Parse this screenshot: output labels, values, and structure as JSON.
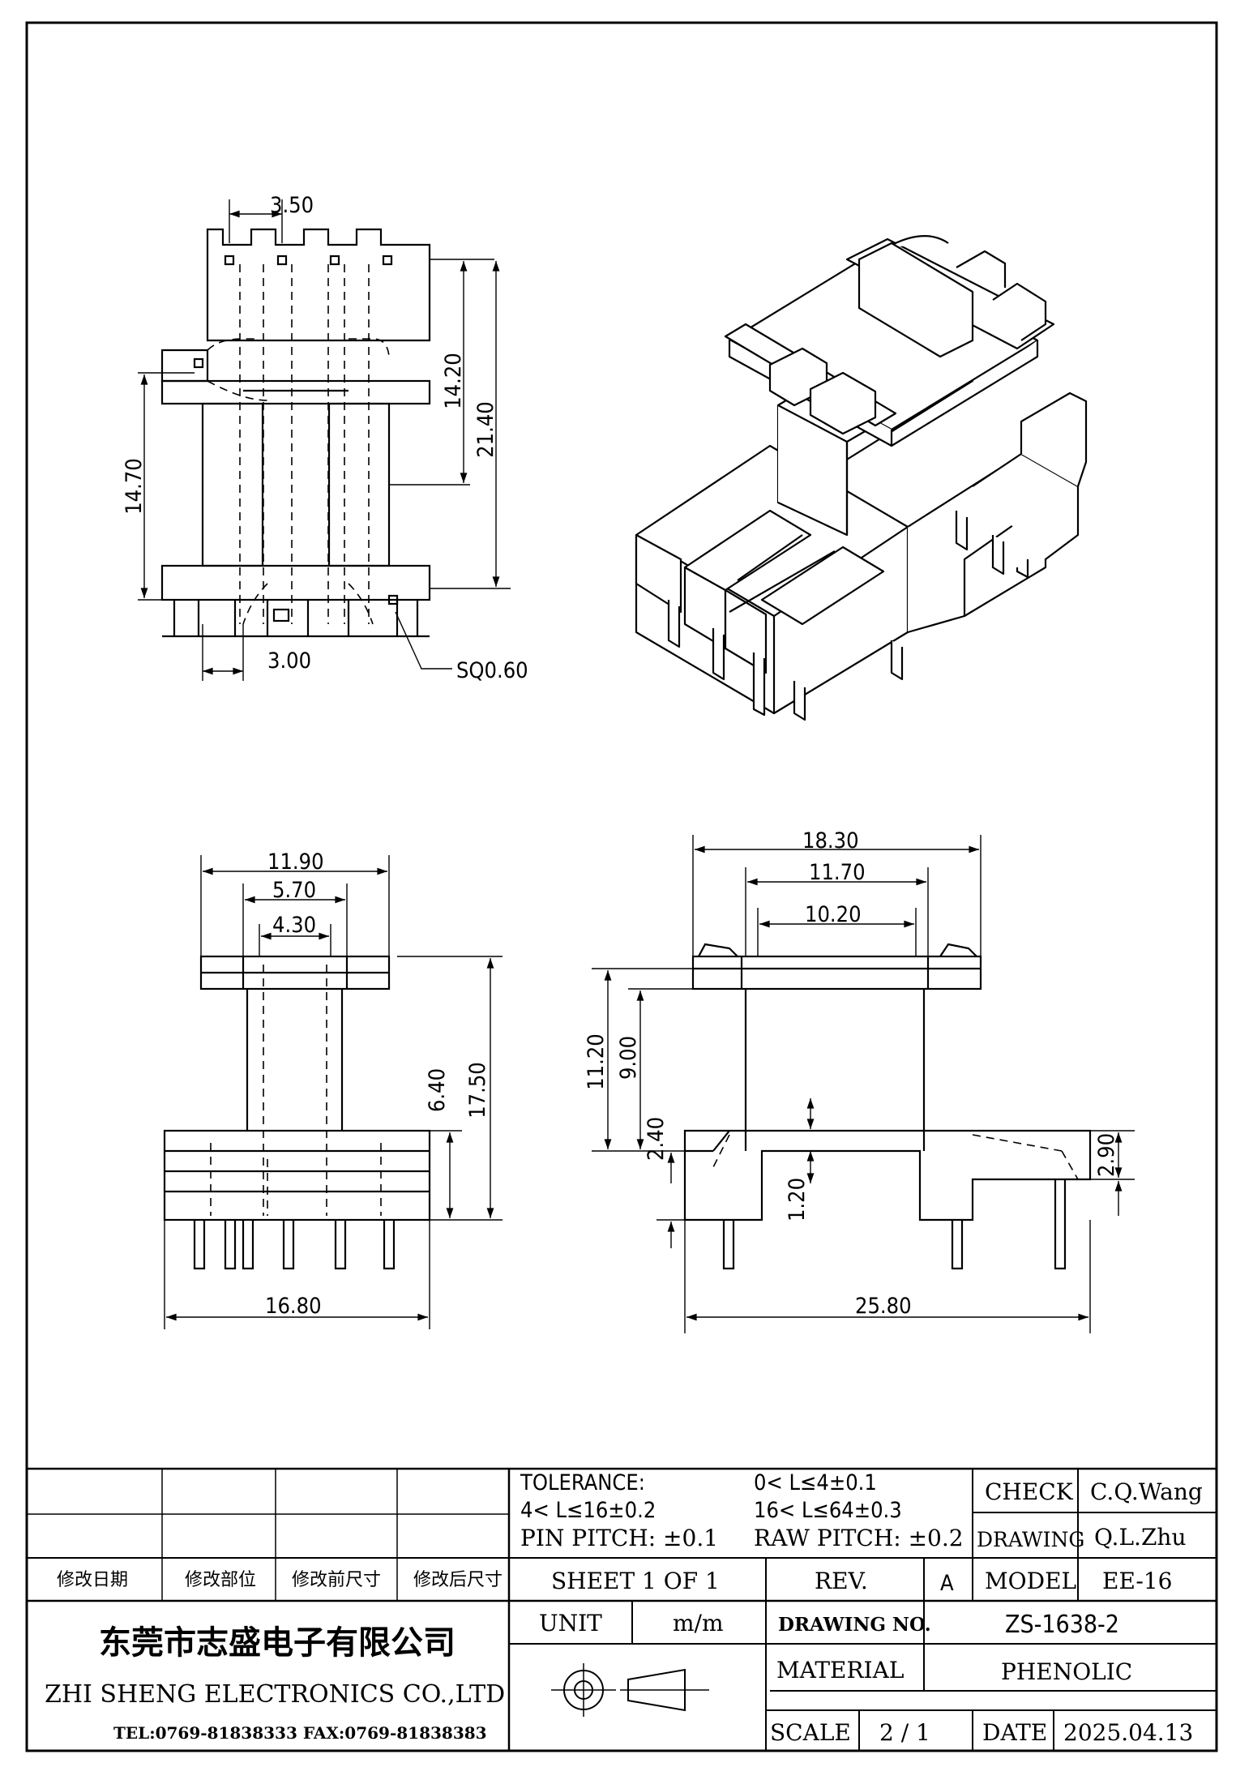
{
  "dimensions": {
    "top_view": {
      "pin_pitch": "3.50",
      "height_a": "14.20",
      "height_b": "21.40",
      "left_h": "14.70",
      "pitch_b": "3.00",
      "pin_size": "SQ0.60"
    },
    "front_view": {
      "w_top": "11.90",
      "w_mid": "5.70",
      "w_inner": "4.30",
      "h_a": "6.40",
      "h_b": "17.50",
      "w_bottom": "16.80"
    },
    "side_view": {
      "w_total": "18.30",
      "w_a": "11.70",
      "w_b": "10.20",
      "h_a": "11.20",
      "h_b": "9.00",
      "h_c": "2.40",
      "h_d": "1.20",
      "h_e": "2.90",
      "w_bottom": "25.80"
    }
  },
  "title_block": {
    "revision_headers": [
      "修改日期",
      "修改部位",
      "修改前尺寸",
      "修改后尺寸"
    ],
    "tolerance_label": "TOLERANCE:",
    "tol_1": "0< L≤4±0.1",
    "tol_2": "4< L≤16±0.2",
    "tol_3": "16< L≤64±0.3",
    "pin_pitch": "PIN PITCH: ±0.1",
    "raw_pitch": "RAW PITCH: ±0.2",
    "check_label": "CHECK",
    "check_value": "C.Q.Wang",
    "drawing_label": "DRAWING",
    "drawing_value": "Q.L.Zhu",
    "sheet": "SHEET 1 OF 1",
    "rev_label": "REV.",
    "rev_value": "A",
    "model_label": "MODEL",
    "model_value": "EE-16",
    "company_cn": "东莞市志盛电子有限公司",
    "company_en": "ZHI SHENG  ELECTRONICS CO.,LTD",
    "company_contact": "TEL:0769-81838333 FAX:0769-81838383",
    "unit_label": "UNIT",
    "unit_value": "m/m",
    "drawing_no_label": "DRAWING  NO.",
    "drawing_no_value": "ZS-1638-2",
    "material_label": "MATERIAL",
    "material_value": "PHENOLIC",
    "scale_label": "SCALE",
    "scale_value": "2 / 1",
    "date_label": "DATE",
    "date_value": "2025.04.13"
  }
}
